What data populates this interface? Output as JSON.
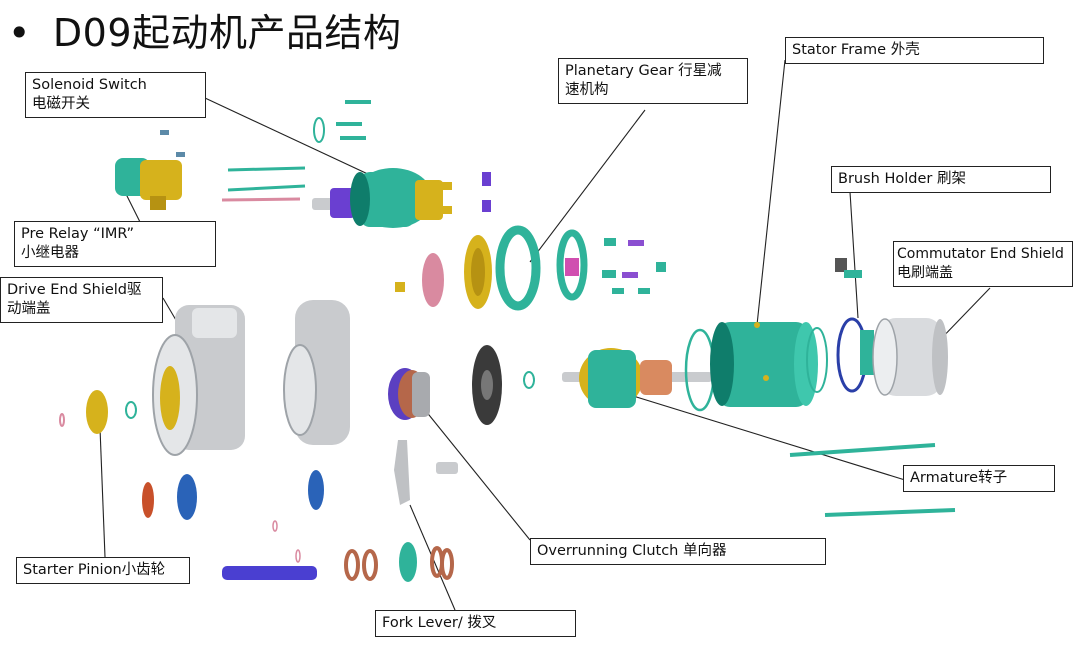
{
  "slide": {
    "bullet": "•",
    "title": "D09起动机产品结构"
  },
  "labels": {
    "solenoid_switch": [
      "Solenoid Switch",
      "电磁开关"
    ],
    "pre_relay": [
      "Pre Relay “IMR”",
      "小继电器"
    ],
    "drive_end_shield": [
      "Drive End Shield驱",
      "动端盖"
    ],
    "starter_pinion": "Starter Pinion小齿轮",
    "fork_lever": "Fork Lever/ 拨叉",
    "overrunning_clutch": "Overrunning Clutch 单向器",
    "armature": "Armature转子",
    "planetary_gear": [
      "Planetary Gear 行星减",
      "速机构"
    ],
    "stator_frame": "Stator Frame 外壳",
    "brush_holder": "Brush Holder 刷架",
    "commutator_end_shield": [
      "Commutator End Shield",
      "电刷端盖"
    ]
  },
  "colors": {
    "teal": "#2fb39a",
    "teal_dark": "#0f7d6b",
    "gold": "#d6b21c",
    "gray": "#c9cbce",
    "purple": "#6a3fd1",
    "blue": "#2a63b8",
    "copper": "#b5674a",
    "pink": "#d98aa0"
  }
}
